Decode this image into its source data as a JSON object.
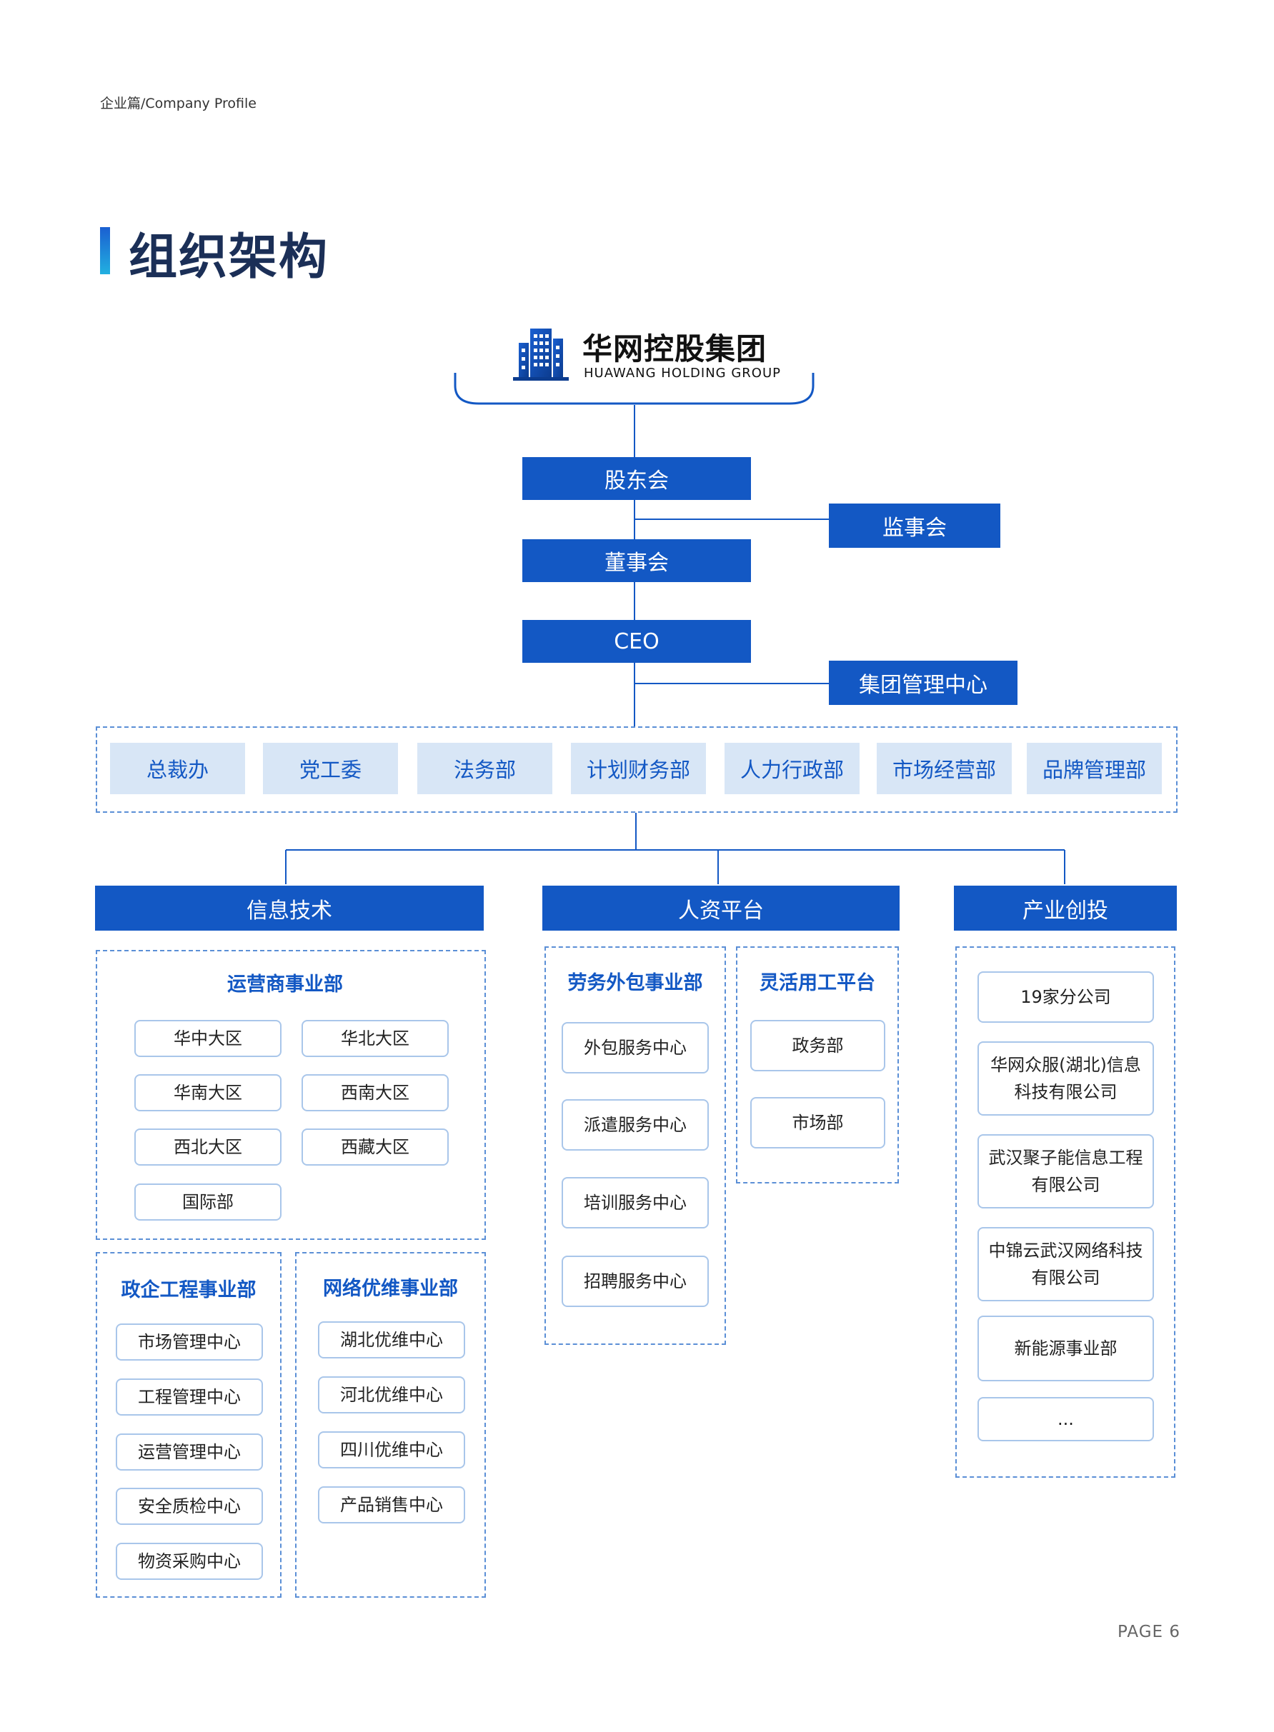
{
  "header": {
    "label": "企业篇/Company Profile"
  },
  "title": "组织架构",
  "logo": {
    "name": "华网控股集团",
    "sub": "HUAWANG HOLDING GROUP",
    "icon": "building-icon"
  },
  "governance": {
    "shareholders": "股东会",
    "supervisors": "监事会",
    "board": "董事会",
    "ceo": "CEO",
    "mgmt_center": "集团管理中心"
  },
  "departments": [
    "总裁办",
    "党工委",
    "法务部",
    "计划财务部",
    "人力行政部",
    "市场经营部",
    "品牌管理部"
  ],
  "divisions": {
    "it": {
      "title": "信息技术",
      "operators": {
        "title": "运营商事业部",
        "items": [
          "华中大区",
          "华北大区",
          "华南大区",
          "西南大区",
          "西北大区",
          "西藏大区",
          "国际部"
        ]
      },
      "gov": {
        "title": "政企工程事业部",
        "items": [
          "市场管理中心",
          "工程管理中心",
          "运营管理中心",
          "安全质检中心",
          "物资采购中心"
        ]
      },
      "network": {
        "title": "网络优维事业部",
        "items": [
          "湖北优维中心",
          "河北优维中心",
          "四川优维中心",
          "产品销售中心"
        ]
      }
    },
    "hr": {
      "title": "人资平台",
      "labor": {
        "title": "劳务外包事业部",
        "items": [
          "外包服务中心",
          "派遣服务中心",
          "培训服务中心",
          "招聘服务中心"
        ]
      },
      "flex": {
        "title": "灵活用工平台",
        "items": [
          "政务部",
          "市场部"
        ]
      }
    },
    "invest": {
      "title": "产业创投",
      "items": [
        "19家分公司",
        "华网众服(湖北)信息\n科技有限公司",
        "武汉聚子能信息工程\n有限公司",
        "中锦云武汉网络科技\n有限公司",
        "新能源事业部",
        "..."
      ]
    }
  },
  "footer": {
    "page": "PAGE  6"
  },
  "colors": {
    "primary": "#1358c4",
    "light": "#d8e6f6",
    "title": "#1b2f57",
    "line": "#1358c4"
  }
}
